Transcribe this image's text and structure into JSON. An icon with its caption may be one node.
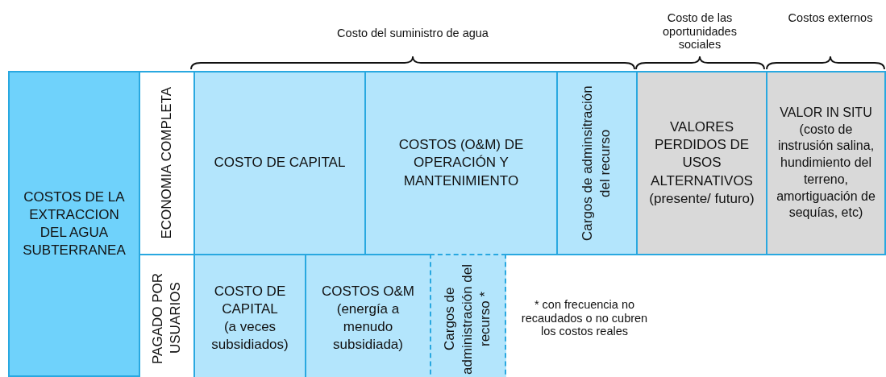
{
  "diagram": {
    "nodes": [
      {
        "text": [
          "COSTOS DE LA EXTRACCION DEL AGUA SUBTERRANEA"
        ]
      },
      {
        "text": [
          "ECONOMIA COMPLETA"
        ]
      },
      {
        "text": [
          "COSTO DE CAPITAL"
        ]
      },
      {
        "text": [
          "COSTOS (O&M) DE OPERACIÓN Y MANTENIMIENTO"
        ]
      },
      {
        "text": [
          "Cargos de adminsitración del recurso"
        ]
      },
      {
        "text": [
          "VALORES PERDIDOS DE USOS ALTERNATIVOS",
          "(presente/ futuro)"
        ]
      },
      {
        "text": [
          "VALOR IN SITU",
          "(costo de instrusión salina, hundimiento del terreno, amortiguación de sequías, etc)"
        ]
      },
      {
        "text": [
          "PAGADO POR USUARIOS"
        ]
      },
      {
        "text": [
          "COSTO DE CAPITAL",
          "(a veces subsidiados)"
        ]
      },
      {
        "text": [
          "COSTOS O&M",
          "(energía a menudo subsidiada)"
        ]
      },
      {
        "text": [
          "Cargos de administración del recurso *"
        ]
      }
    ],
    "labels": [
      "Costo del suministro de agua",
      "Costo de las oportunidades sociales",
      "Costos externos",
      "* con frecuencia no recaudados o no cubren los costos reales"
    ]
  }
}
